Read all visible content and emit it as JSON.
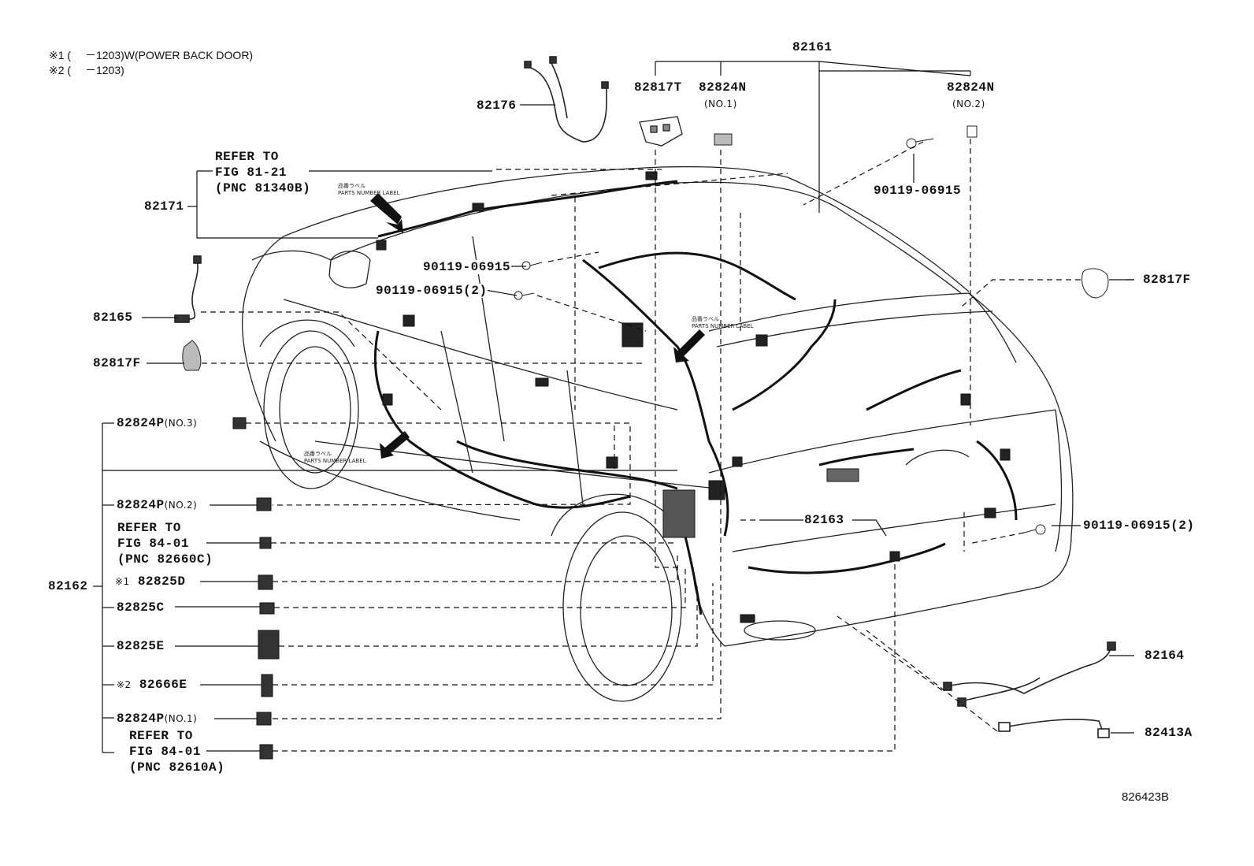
{
  "notes": {
    "note1": "※1 (　 －1203)W(POWER BACK DOOR)",
    "note2": "※2 (　 －1203)"
  },
  "figure_id": "826423B",
  "parts_label_jp": "品番ラベル",
  "parts_label_en": "PARTS NUMBER LABEL",
  "labels": {
    "p82161": "82161",
    "p82817T": "82817T",
    "p82824N_1": "82824N",
    "p82824N_1_sub": "(NO.1)",
    "p82824N_2": "82824N",
    "p82824N_2_sub": "(NO.2)",
    "p82176": "82176",
    "refer_a1": "REFER TO",
    "refer_a2": "FIG 81-21",
    "refer_a3": "(PNC 81340B)",
    "p82171": "82171",
    "bolt_top_right": "90119-06915",
    "bolt_mid": "90119-06915",
    "bolt_mid2": "90119-06915(2)",
    "p82165": "82165",
    "p82817F_left": "82817F",
    "p82817F_right": "82817F",
    "p82824P_3": "82824P",
    "p82824P_3_sub": "(NO.3)",
    "p82824P_2": "82824P",
    "p82824P_2_sub": "(NO.2)",
    "refer_b1": "REFER TO",
    "refer_b2": "FIG 84-01",
    "refer_b3": "(PNC 82660C)",
    "p82162": "82162",
    "mark1": "※1",
    "p82825D": "82825D",
    "p82825C": "82825C",
    "p82825E": "82825E",
    "mark2": "※2",
    "p82666E": "82666E",
    "p82824P_1": "82824P",
    "p82824P_1_sub": "(NO.1)",
    "refer_c1": "REFER TO",
    "refer_c2": "FIG 84-01",
    "refer_c3": "(PNC 82610A)",
    "p82163": "82163",
    "bolt_right": "90119-06915(2)",
    "p82164": "82164",
    "p82413A": "82413A"
  }
}
